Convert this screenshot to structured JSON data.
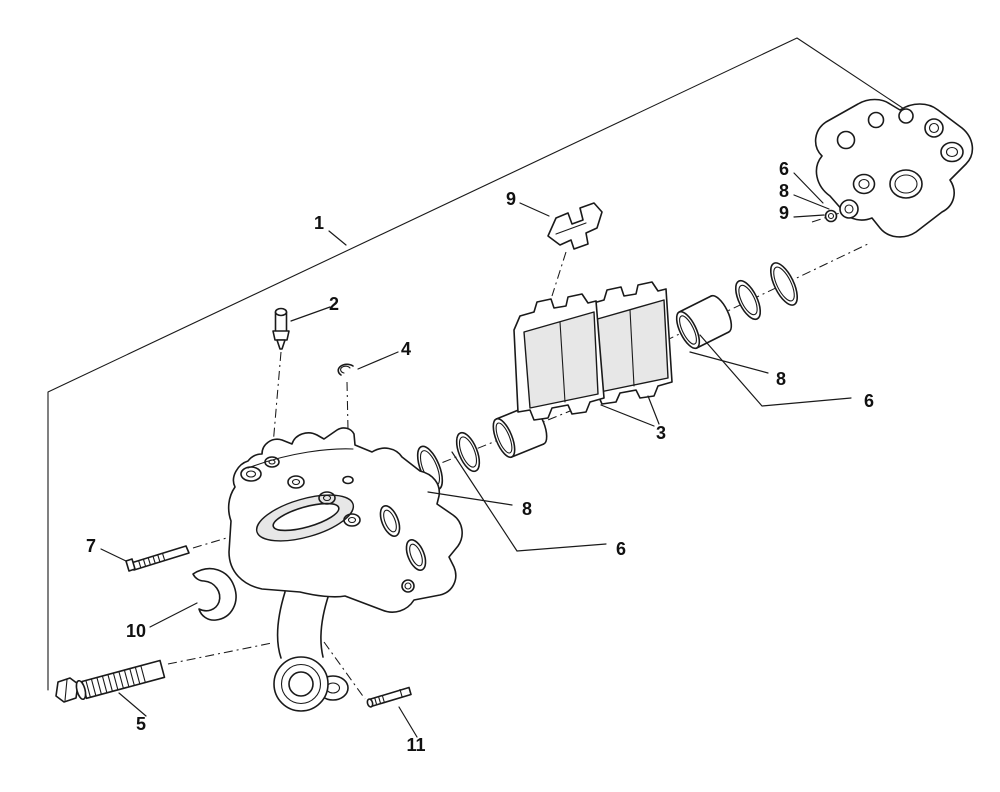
{
  "colors": {
    "ink": "#1a1a1a",
    "background": "#ffffff"
  },
  "diagram": {
    "type": "exploded-parts-diagram",
    "callouts": [
      {
        "ref": "1"
      },
      {
        "ref": "2"
      },
      {
        "ref": "4"
      },
      {
        "ref": "9"
      },
      {
        "ref": "6"
      },
      {
        "ref": "8"
      },
      {
        "ref": "9"
      },
      {
        "ref": "3"
      },
      {
        "ref": "8"
      },
      {
        "ref": "6"
      },
      {
        "ref": "8"
      },
      {
        "ref": "6"
      },
      {
        "ref": "7"
      },
      {
        "ref": "10"
      },
      {
        "ref": "5"
      },
      {
        "ref": "11"
      }
    ]
  }
}
